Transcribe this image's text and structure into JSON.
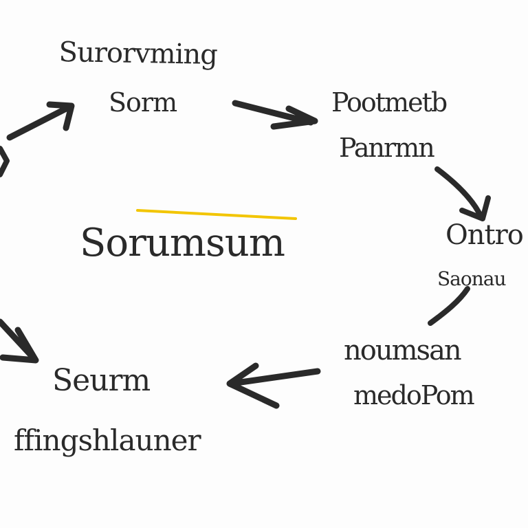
{
  "diagram": {
    "labels": {
      "top_1": "Surorvming",
      "top_2": "Sorm",
      "right_1": "Pootmetb",
      "right_2": "Panrmn",
      "center": "Sorumsum",
      "far_right_1": "Ontro",
      "far_right_2": "Saonau",
      "bottom_right_1": "noumsan",
      "bottom_right_2": "medoPom",
      "bottom_left_1": "Seurm",
      "bottom_left_2": "ffingshlauner"
    },
    "colors": {
      "ink": "#2a2a2a",
      "highlight": "#f2c500",
      "background": "#fdfdfd"
    }
  }
}
